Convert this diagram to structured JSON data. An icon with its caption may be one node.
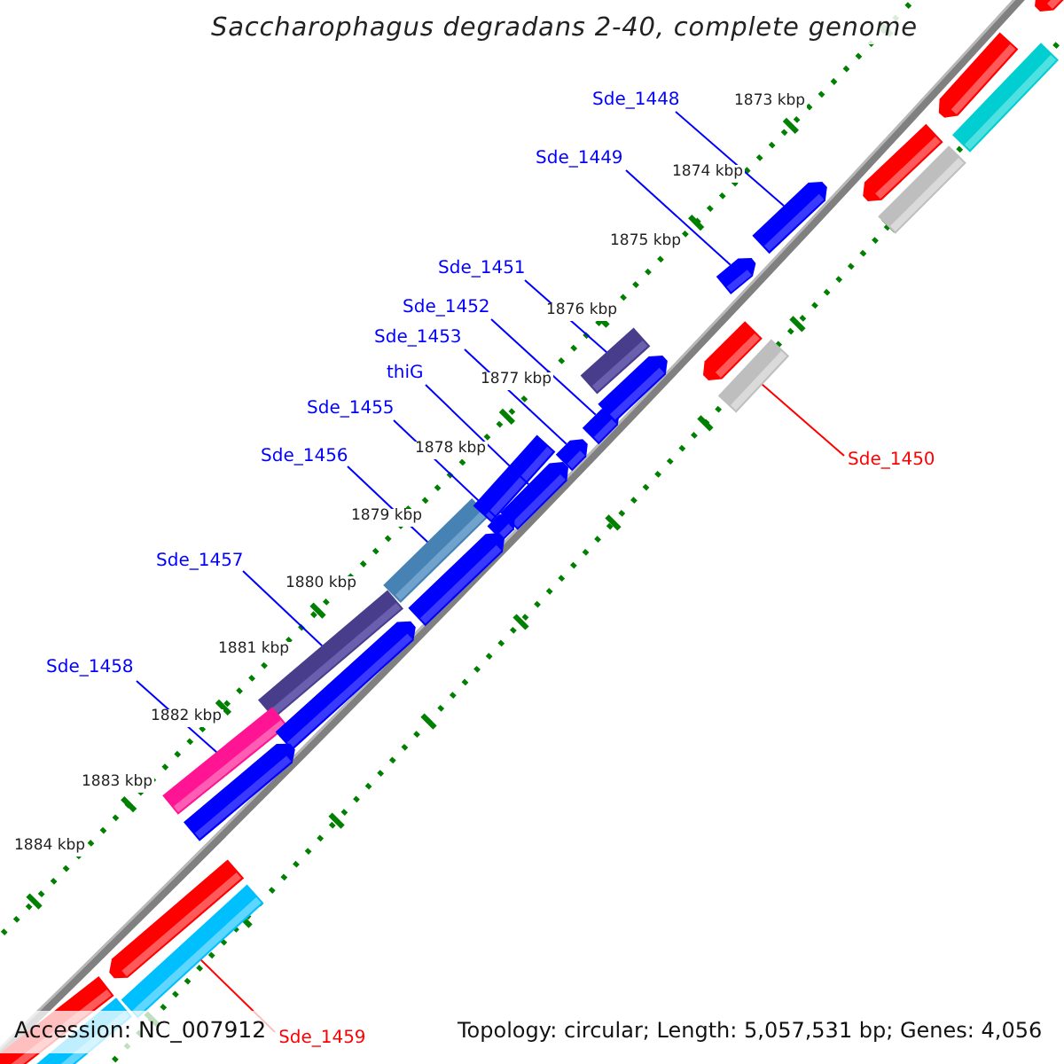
{
  "diagram": {
    "title": "Saccharophagus degradans 2-40, complete genome",
    "nodes": [
      {
        "text": [
          "Sde_1448"
        ]
      },
      {
        "text": [
          "Sde_1449"
        ]
      },
      {
        "text": [
          "Sde_1451"
        ]
      },
      {
        "text": [
          "Sde_1452"
        ]
      },
      {
        "text": [
          "Sde_1453"
        ]
      },
      {
        "text": [
          "thiG"
        ]
      },
      {
        "text": [
          "Sde_1455"
        ]
      },
      {
        "text": [
          "Sde_1456"
        ]
      },
      {
        "text": [
          "Sde_1457"
        ]
      },
      {
        "text": [
          "Sde_1458"
        ]
      },
      {
        "text": [
          "Sde_1450"
        ]
      },
      {
        "text": [
          "Sde_1459"
        ]
      },
      {
        "text": [],
        "shape": "arrow"
      },
      {
        "text": [],
        "shape": "arrow"
      },
      {
        "text": [],
        "shape": "bar"
      },
      {
        "text": [],
        "shape": "arrow"
      },
      {
        "text": [],
        "shape": "arrow"
      },
      {
        "text": [],
        "shape": "arrow"
      },
      {
        "text": [],
        "shape": "arrow"
      },
      {
        "text": [],
        "shape": "bar"
      },
      {
        "text": [],
        "shape": "bar"
      },
      {
        "text": [],
        "shape": "bar"
      },
      {
        "text": [],
        "shape": "bar"
      },
      {
        "text": [],
        "shape": "bar"
      },
      {
        "text": [],
        "shape": "arrow"
      },
      {
        "text": [],
        "shape": "bar"
      },
      {
        "text": [],
        "shape": "arrow"
      },
      {
        "text": [],
        "shape": "arrow"
      },
      {
        "text": [],
        "shape": "arrow"
      },
      {
        "text": [],
        "shape": "arrow"
      },
      {
        "text": [],
        "shape": "arrow"
      },
      {
        "text": [],
        "shape": "bar"
      },
      {
        "text": [],
        "shape": "arrow"
      },
      {
        "text": [],
        "shape": "bar"
      },
      {
        "text": [],
        "shape": "arrow"
      },
      {
        "text": [],
        "shape": "arrow"
      },
      {
        "text": [],
        "shape": "bar"
      },
      {
        "text": [],
        "shape": "bar"
      }
    ],
    "edges": [
      {
        "from": 0,
        "to": 12,
        "arrow": "none"
      },
      {
        "from": 1,
        "to": 13,
        "arrow": "none"
      },
      {
        "from": 2,
        "to": 14,
        "arrow": "none"
      },
      {
        "from": 3,
        "to": 15,
        "arrow": "none"
      },
      {
        "from": 4,
        "to": 16,
        "arrow": "none"
      },
      {
        "from": 5,
        "to": 17,
        "arrow": "none"
      },
      {
        "from": 6,
        "to": 18,
        "arrow": "none"
      },
      {
        "from": 7,
        "to": 19,
        "arrow": "none"
      },
      {
        "from": 8,
        "to": 20,
        "arrow": "none"
      },
      {
        "from": 9,
        "to": 21,
        "arrow": "none"
      },
      {
        "from": 10,
        "to": 22,
        "arrow": "none",
        "color": "#ff0000"
      },
      {
        "from": 11,
        "to": 23,
        "arrow": "none",
        "color": "#ff0000"
      }
    ],
    "labels": [
      "1873 kbp",
      "1874 kbp",
      "1875 kbp",
      "1876 kbp",
      "1877 kbp",
      "1878 kbp",
      "1879 kbp",
      "1880 kbp",
      "1881 kbp",
      "1882 kbp",
      "1883 kbp",
      "1884 kbp",
      "Accession: NC_007912",
      "Topology: circular; Length: 5,057,531 bp; Genes: 4,056"
    ]
  }
}
